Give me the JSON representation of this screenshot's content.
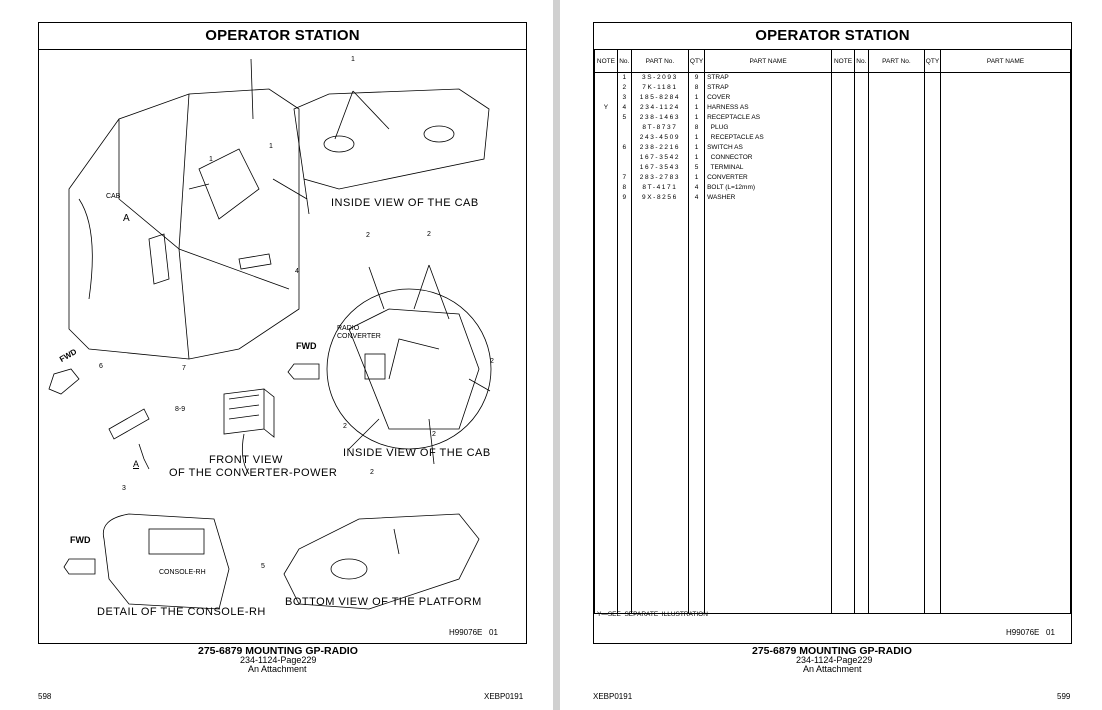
{
  "left": {
    "title": "OPERATOR  STATION",
    "captions": {
      "inside_cab_1": "INSIDE VIEW OF THE CAB",
      "inside_cab_2": "INSIDE VIEW OF THE CAB",
      "front_view": "FRONT VIEW",
      "front_view_2": "OF THE CONVERTER-POWER",
      "console": "DETAIL OF THE CONSOLE-RH",
      "platform": "BOTTOM VIEW OF THE PLATFORM"
    },
    "labels": {
      "cab": "CAB",
      "radio_converter": "RADIO\nCONVERTER",
      "console_rh": "CONSOLE-RH",
      "view_a": "A",
      "fwd": "FWD"
    },
    "callouts": [
      "1",
      "1",
      "1",
      "2",
      "2",
      "2",
      "2",
      "2",
      "2",
      "3",
      "4",
      "5",
      "6",
      "7",
      "8-9",
      "A"
    ],
    "illustration_id": "H99076E   01",
    "footer_title": "275-6879  MOUNTING  GP-RADIO",
    "footer_sub1": "234-1124-Page229",
    "footer_sub2": "An Attachment",
    "page_number": "598",
    "doc_code": "XEBP0191"
  },
  "right": {
    "title": "OPERATOR  STATION",
    "columns": [
      "NOTE",
      "No.",
      "PART No.",
      "QTY",
      "PART NAME",
      "NOTE",
      "No.",
      "PART No.",
      "QTY",
      "PART NAME"
    ],
    "rows": [
      {
        "note": "",
        "no": "1",
        "part": "3S-2093",
        "qty": "9",
        "name": "STRAP"
      },
      {
        "note": "",
        "no": "2",
        "part": "7K-1181",
        "qty": "8",
        "name": "STRAP"
      },
      {
        "note": "",
        "no": "3",
        "part": "185-8284",
        "qty": "1",
        "name": "COVER"
      },
      {
        "note": "Y",
        "no": "4",
        "part": "234-1124",
        "qty": "1",
        "name": "HARNESS AS"
      },
      {
        "note": "",
        "no": "5",
        "part": "238-1463",
        "qty": "1",
        "name": "RECEPTACLE AS"
      },
      {
        "note": "",
        "no": "",
        "part": "8T-8737",
        "qty": "8",
        "name": "  PLUG"
      },
      {
        "note": "",
        "no": "",
        "part": "243-4509",
        "qty": "1",
        "name": "  RECEPTACLE AS"
      },
      {
        "note": "",
        "no": "6",
        "part": "238-2216",
        "qty": "1",
        "name": "SWITCH AS"
      },
      {
        "note": "",
        "no": "",
        "part": "167-3542",
        "qty": "1",
        "name": "  CONNECTOR"
      },
      {
        "note": "",
        "no": "",
        "part": "167-3543",
        "qty": "5",
        "name": "  TERMINAL"
      },
      {
        "note": "",
        "no": "7",
        "part": "283-2783",
        "qty": "1",
        "name": "CONVERTER"
      },
      {
        "note": "",
        "no": "8",
        "part": "8T-4171",
        "qty": "4",
        "name": "BOLT (L=12mm)"
      },
      {
        "note": "",
        "no": "9",
        "part": "9X-8256",
        "qty": "4",
        "name": "WASHER"
      }
    ],
    "footnote": "Y—SEE  SEPARATE  ILLUSTRATION",
    "illustration_id": "H99076E   01",
    "footer_title": "275-6879  MOUNTING  GP-RADIO",
    "footer_sub1": "234-1124-Page229",
    "footer_sub2": "An Attachment",
    "page_number": "599",
    "doc_code": "XEBP0191"
  }
}
